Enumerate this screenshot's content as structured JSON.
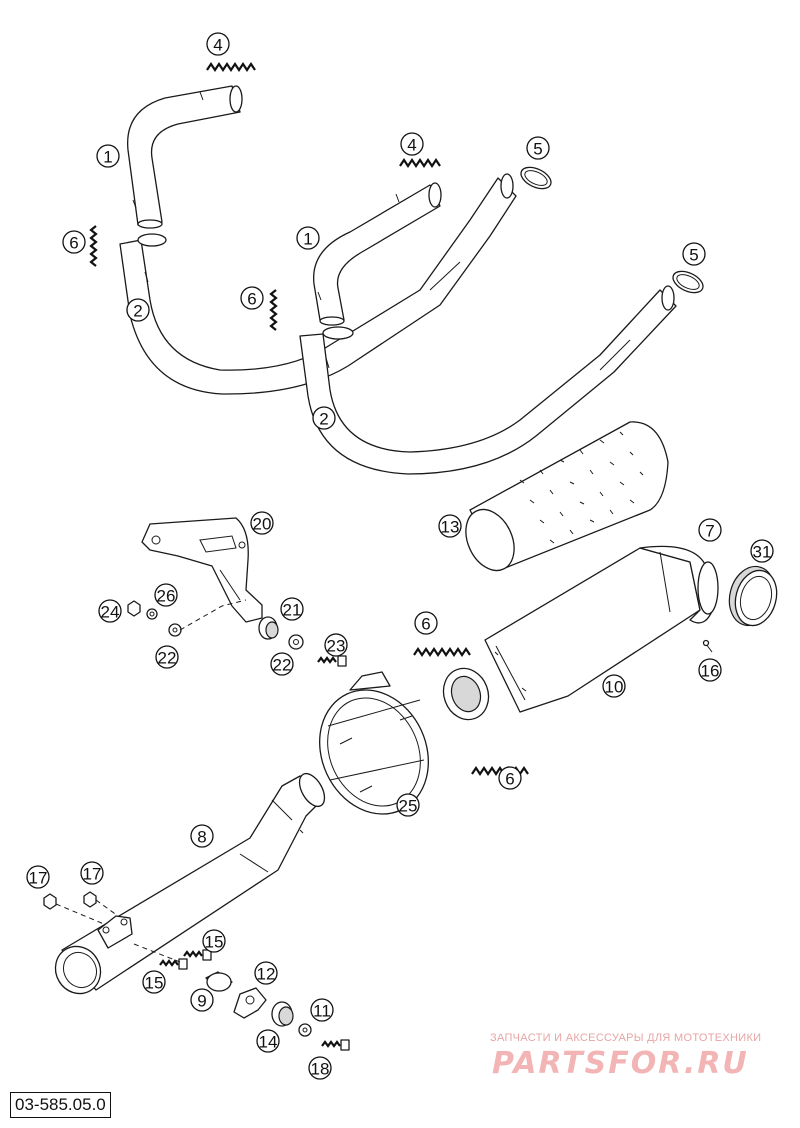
{
  "diagram_code": "03-585.05.0",
  "watermark": {
    "caption": "ЗАПЧАСТИ И АКСЕССУАРЫ ДЛЯ МОТОТЕХНИКИ",
    "logo_text": "PARTSFOR.RU"
  },
  "callouts": [
    {
      "id": "c4a",
      "label": "4"
    },
    {
      "id": "c1a",
      "label": "1"
    },
    {
      "id": "c6a",
      "label": "6"
    },
    {
      "id": "c2a",
      "label": "2"
    },
    {
      "id": "c4b",
      "label": "4"
    },
    {
      "id": "c5a",
      "label": "5"
    },
    {
      "id": "c1b",
      "label": "1"
    },
    {
      "id": "c6b",
      "label": "6"
    },
    {
      "id": "c5b",
      "label": "5"
    },
    {
      "id": "c2b",
      "label": "2"
    },
    {
      "id": "c20",
      "label": "20"
    },
    {
      "id": "c13",
      "label": "13"
    },
    {
      "id": "c7",
      "label": "7"
    },
    {
      "id": "c31",
      "label": "31"
    },
    {
      "id": "c24",
      "label": "24"
    },
    {
      "id": "c26",
      "label": "26"
    },
    {
      "id": "c21",
      "label": "21"
    },
    {
      "id": "c22a",
      "label": "22"
    },
    {
      "id": "c22b",
      "label": "22"
    },
    {
      "id": "c23",
      "label": "23"
    },
    {
      "id": "c6c",
      "label": "6"
    },
    {
      "id": "c16",
      "label": "16"
    },
    {
      "id": "c10",
      "label": "10"
    },
    {
      "id": "c6d",
      "label": "6"
    },
    {
      "id": "c25",
      "label": "25"
    },
    {
      "id": "c8",
      "label": "8"
    },
    {
      "id": "c17a",
      "label": "17"
    },
    {
      "id": "c17b",
      "label": "17"
    },
    {
      "id": "c15a",
      "label": "15"
    },
    {
      "id": "c15b",
      "label": "15"
    },
    {
      "id": "c12",
      "label": "12"
    },
    {
      "id": "c9",
      "label": "9"
    },
    {
      "id": "c11",
      "label": "11"
    },
    {
      "id": "c14",
      "label": "14"
    },
    {
      "id": "c18",
      "label": "18"
    }
  ]
}
